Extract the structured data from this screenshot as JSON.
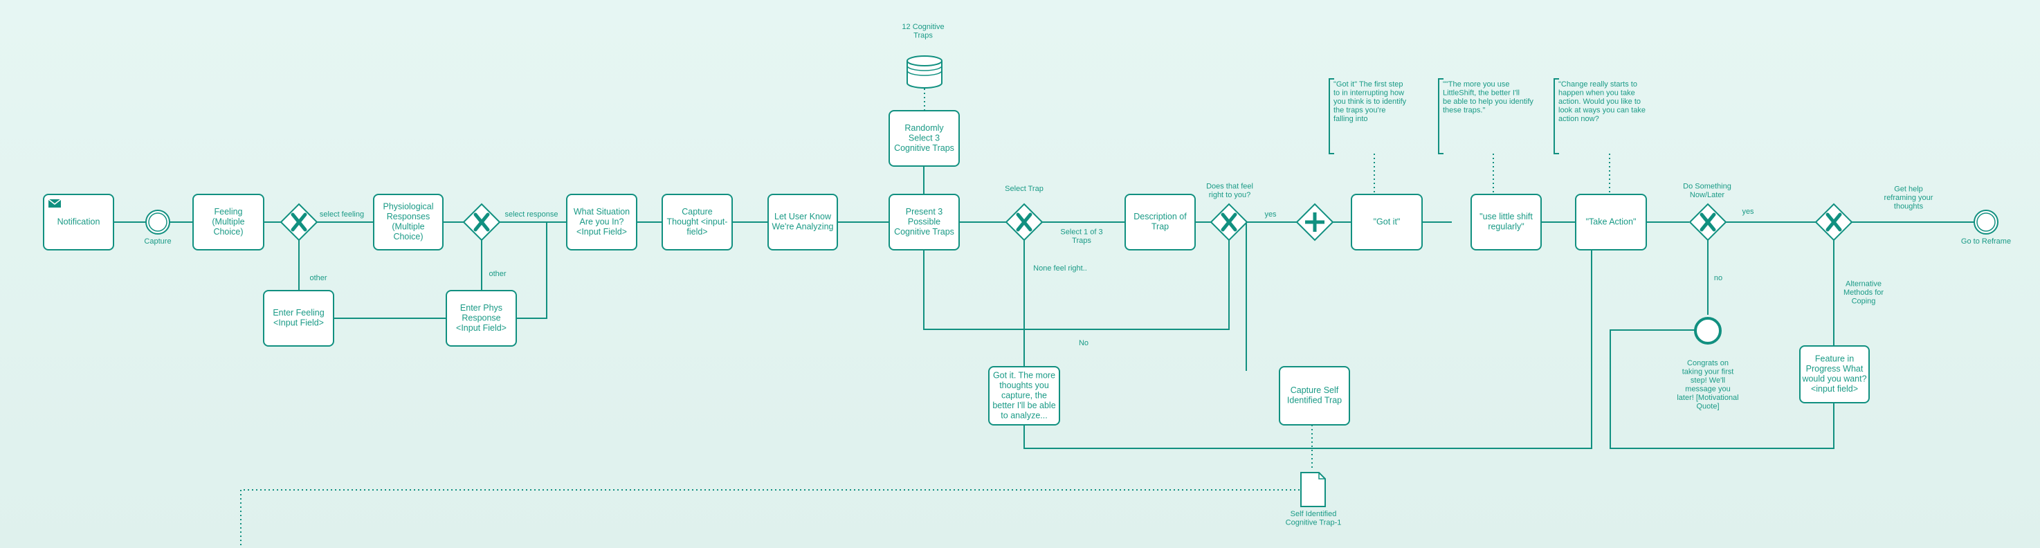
{
  "colors": {
    "stroke": "#119080",
    "text": "#1a9a86",
    "fill": "#ffffff",
    "background": "#e2f4f0"
  },
  "start_event": {
    "label": "Capture"
  },
  "end_event": {
    "label": "Go to Reframe"
  },
  "tasks": {
    "notification": {
      "lines": [
        "Notification"
      ],
      "icon": "envelope-icon"
    },
    "feeling": {
      "lines": [
        "Feeling",
        "(Multiple",
        "Choice)"
      ]
    },
    "enter_feeling": {
      "lines": [
        "Enter Feeling",
        "<Input Field>"
      ]
    },
    "physiological": {
      "lines": [
        "Physiological",
        "Responses",
        "(Multiple",
        "Choice)"
      ]
    },
    "enter_phys": {
      "lines": [
        "Enter Phys",
        "Response",
        "<Input Field>"
      ]
    },
    "situation": {
      "lines": [
        "What Situation",
        "Are you In?",
        "<Input Field>"
      ]
    },
    "capture_thought": {
      "lines": [
        "Capture",
        "Thought <input-",
        "field>"
      ]
    },
    "analyzing": {
      "lines": [
        "Let User Know",
        "We're Analyzing"
      ]
    },
    "randomly_select": {
      "lines": [
        "Randomly",
        "Select 3",
        "Cognitive Traps"
      ]
    },
    "present_traps": {
      "lines": [
        "Present 3",
        "Possible",
        "Cognitive Traps"
      ]
    },
    "got_it_more": {
      "lines": [
        "Got it. The more",
        "thoughts you",
        "capture, the",
        "better I'll be able",
        "to analyze..."
      ]
    },
    "description": {
      "lines": [
        "Description of",
        "Trap"
      ]
    },
    "capture_self": {
      "lines": [
        "Capture Self",
        "Identified Trap"
      ]
    },
    "got_it": {
      "lines": [
        "\"Got it\""
      ]
    },
    "use_little_shift": {
      "lines": [
        "\"use little shift",
        "regularly\""
      ]
    },
    "take_action": {
      "lines": [
        "\"Take Action\""
      ]
    },
    "feature_progress": {
      "lines": [
        "Feature in",
        "Progress What",
        "would you want?",
        "<input field>"
      ]
    }
  },
  "data_store": {
    "label_lines": [
      "12 Cognitive",
      "Traps"
    ],
    "icon": "database-icon"
  },
  "data_object": {
    "label_lines": [
      "Self Identified",
      "Cognitive Trap-1"
    ],
    "icon": "document-icon"
  },
  "intermediate_event": {
    "label_lines": [
      "Congrats on",
      "taking your first",
      "step! We'll",
      "message you",
      "later! [Motivational",
      "Quote]"
    ]
  },
  "annotations": {
    "got_it_note": {
      "lines": [
        "\"Got it\" The first step",
        "to in interrupting how",
        "you think is to identify",
        "the traps you're",
        "falling into"
      ]
    },
    "little_shift_note": {
      "lines": [
        "\"\"The more you use",
        "LittleShift, the better I'll",
        "be able to help you identify",
        "these traps.\""
      ]
    },
    "change_note": {
      "lines": [
        "\"Change really starts to",
        "happen when you take",
        "action. Would you like to",
        "look at ways you can take",
        "action now?"
      ]
    }
  },
  "flow_labels": {
    "select_feeling": "select feeling",
    "other_1": "other",
    "select_response": "select response",
    "other_2": "other",
    "select_trap": "Select Trap",
    "select_1_of_3": [
      "Select 1 of 3",
      "Traps"
    ],
    "none_feel_right": "None feel right..",
    "does_that_feel": [
      "Does that feel",
      "right to you?"
    ],
    "yes_1": "yes",
    "no_1": "No",
    "do_something": [
      "Do Something",
      "Now/Later"
    ],
    "yes_2": "yes",
    "no_2": "no",
    "get_help": [
      "Get help",
      "reframing your",
      "thoughts"
    ],
    "alternative_methods": [
      "Alternative",
      "Methods for",
      "Coping"
    ]
  }
}
